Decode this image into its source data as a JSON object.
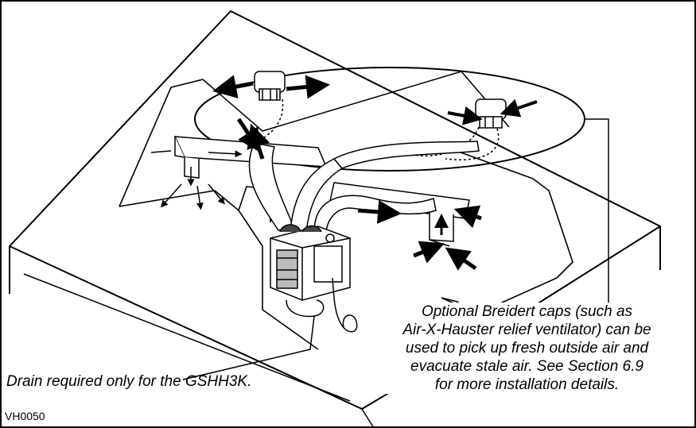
{
  "figure": {
    "id": "VH0050",
    "drain_note": "Drain required only for the GSHH3K.",
    "caps_note_lines": [
      "Optional Breidert caps (such as",
      "Air-X-Hauster relief ventilator) can be",
      "used to pick up fresh outside air and",
      "evacuate stale air. See Section 6.9",
      "for more installation details."
    ]
  },
  "colors": {
    "line": "#000000",
    "background": "#ffffff"
  }
}
